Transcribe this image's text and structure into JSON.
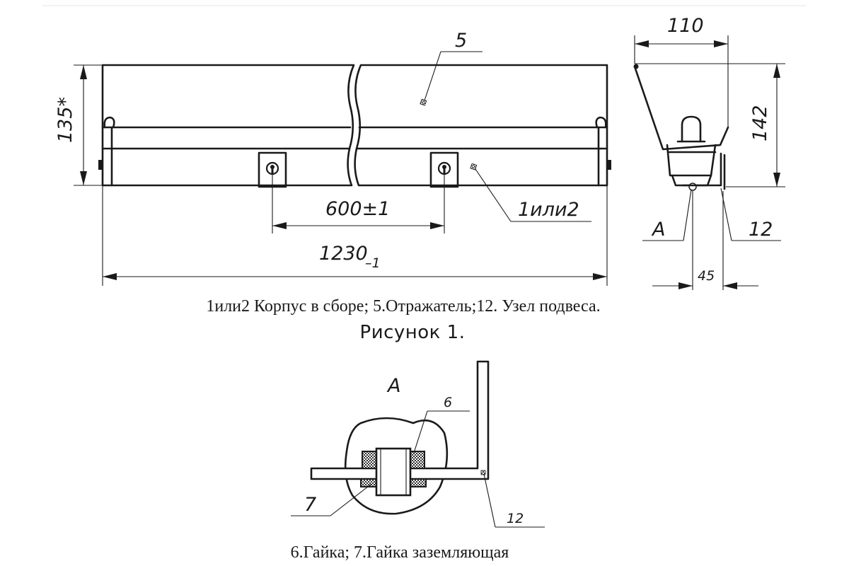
{
  "front_view": {
    "dimensions": {
      "height": "135*",
      "mount_spacing": "600±1",
      "length_main": "1230",
      "length_tol": "–1"
    },
    "callouts": {
      "reflector": "5",
      "body": "1или2"
    }
  },
  "side_view": {
    "dimensions": {
      "width": "110",
      "height": "142",
      "offset": "45"
    },
    "callouts": {
      "detail_ref": "A",
      "hanger": "12"
    }
  },
  "detail_view": {
    "label": "A",
    "callouts": {
      "nut": "6",
      "ground_nut": "7",
      "hanger": "12"
    }
  },
  "captions": {
    "parts": "1или2 Корпус в сборе; 5.Отражатель;12. Узел подвеса.",
    "figure": "Рисунок 1.",
    "detail_parts": "6.Гайка; 7.Гайка заземляющая"
  }
}
